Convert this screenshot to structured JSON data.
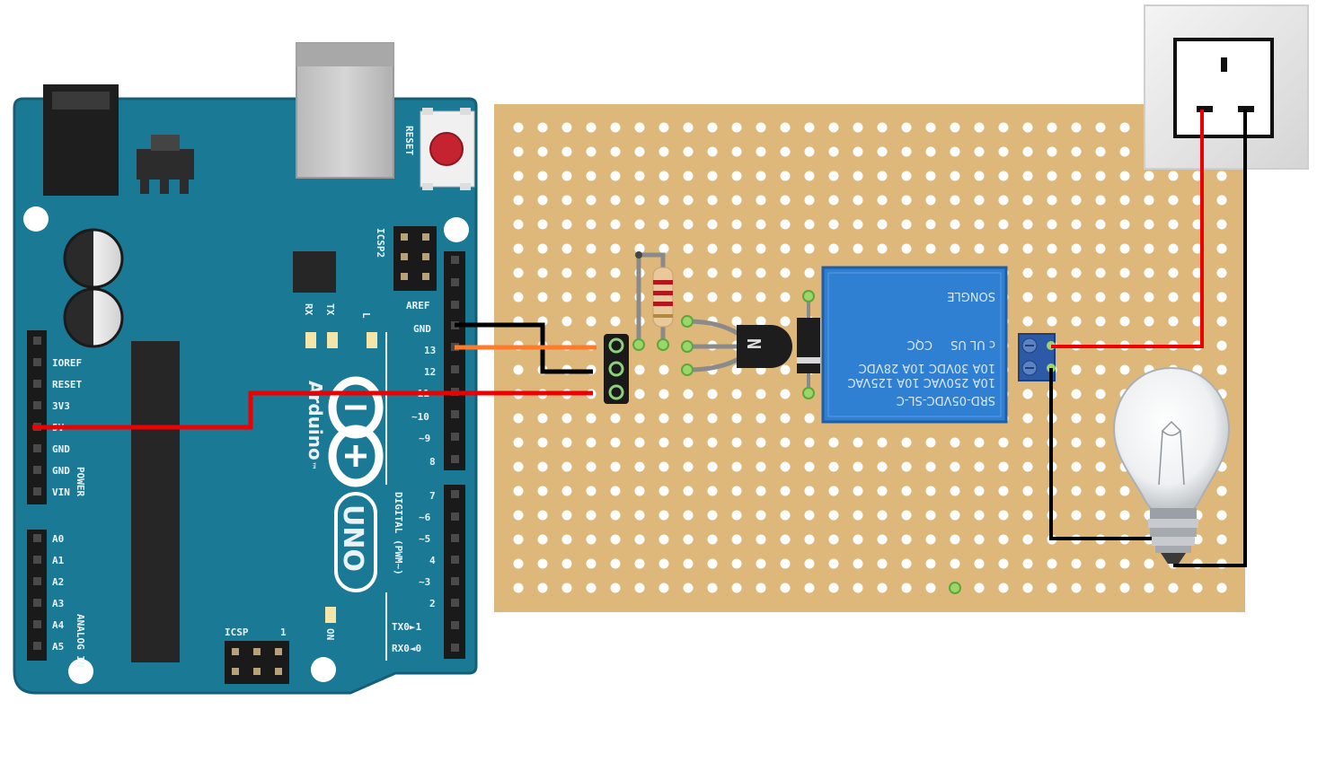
{
  "colors": {
    "board": "#1a7a96",
    "board_edge": "#145f75",
    "perfboard": "#deb87a",
    "hole": "#ffffff",
    "relay": "#2f7fd3",
    "wire_red": "#ee0000",
    "wire_black": "#000000",
    "wire_orange": "#ff7a2a",
    "wire_gray": "#8a8a8a"
  },
  "arduino": {
    "reset": "RESET",
    "icsp2": "ICSP2",
    "tx": "TX",
    "rx": "RX",
    "l": "L",
    "aref": "AREF",
    "gnd": "GND",
    "d13": "13",
    "d12": "12",
    "d11": "~11",
    "d10": "~10",
    "d9": "~9",
    "d8": "8",
    "d7": "7",
    "d6": "~6",
    "d5": "~5",
    "d4": "4",
    "d3": "~3",
    "d2": "2",
    "tx1": "TX0►1",
    "rx0": "RX0◄0",
    "digital": "DIGITAL (PWM~)",
    "brand": "Arduino",
    "tm": "™",
    "model": "UNO",
    "on": "ON",
    "icsp": "ICSP",
    "icsp_pin1": "1",
    "power_pins": [
      "IOREF",
      "RESET",
      "3V3",
      "5V",
      "GND",
      "GND",
      "VIN"
    ],
    "power_label": "POWER",
    "analog_pins": [
      "A0",
      "A1",
      "A2",
      "A3",
      "A4",
      "A5"
    ],
    "analog_label": "ANALOG IN"
  },
  "relay": {
    "line1": "SRD-05VDC-SL-C",
    "line2": "10A 250VAC  10A 125VAC",
    "line3": "10A 30VDC  10A 28VDC",
    "brand": "SONGLE",
    "ul": "c UL US",
    "cqc": "CQC"
  },
  "transistor": {
    "label": "N"
  }
}
